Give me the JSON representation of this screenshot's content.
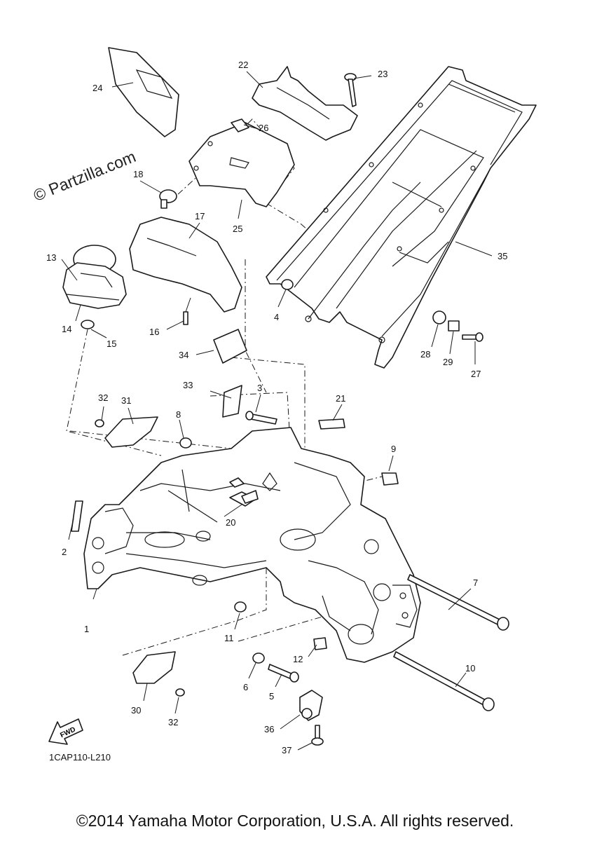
{
  "watermark": "© Partzilla.com",
  "diagram_code": "1CAP110-L210",
  "fwd_label": "FWD",
  "copyright": "©2014 Yamaha Motor Corporation, U.S.A. All rights reserved.",
  "callouts": [
    "1",
    "2",
    "3",
    "4",
    "5",
    "6",
    "7",
    "8",
    "9",
    "10",
    "11",
    "12",
    "13",
    "14",
    "15",
    "16",
    "17",
    "18",
    "20",
    "21",
    "22",
    "23",
    "24",
    "25",
    "26",
    "27",
    "28",
    "29",
    "30",
    "31",
    "32",
    "33",
    "34",
    "35",
    "36",
    "37"
  ],
  "callout_32b": "32"
}
